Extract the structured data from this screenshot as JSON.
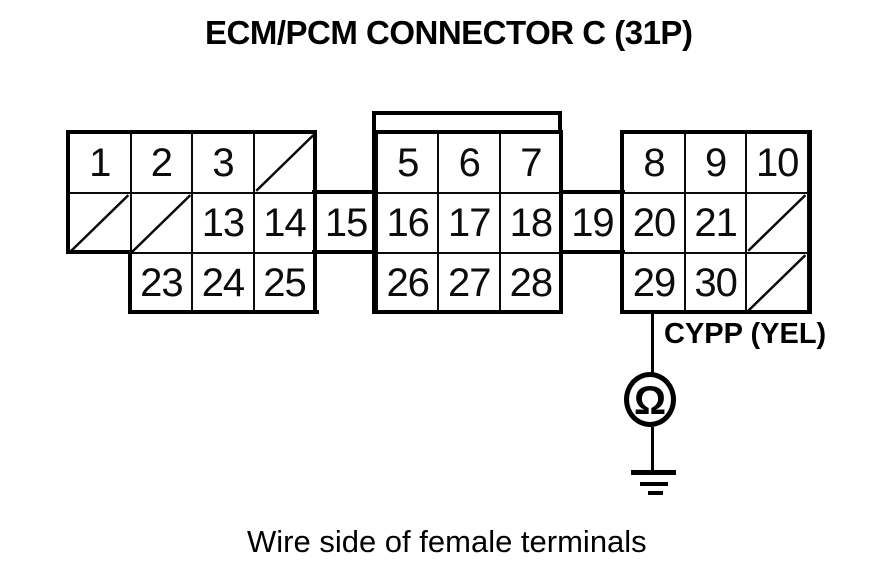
{
  "title": "ECM/PCM CONNECTOR C (31P)",
  "caption": "Wire side of female terminals",
  "probe": {
    "wire_label": "CYPP (YEL)",
    "meter_symbol": "Ω",
    "measured_pin": "29"
  },
  "connector": {
    "name": "ECM/PCM Connector C",
    "pin_count": "31P",
    "pins": [
      {
        "row": 0,
        "col": 0,
        "label": "1"
      },
      {
        "row": 0,
        "col": 1,
        "label": "2"
      },
      {
        "row": 0,
        "col": 2,
        "label": "3"
      },
      {
        "row": 0,
        "col": 3,
        "label": "",
        "empty": true
      },
      {
        "row": 0,
        "col": 5,
        "label": "5"
      },
      {
        "row": 0,
        "col": 6,
        "label": "6"
      },
      {
        "row": 0,
        "col": 7,
        "label": "7"
      },
      {
        "row": 0,
        "col": 9,
        "label": "8"
      },
      {
        "row": 0,
        "col": 10,
        "label": "9"
      },
      {
        "row": 0,
        "col": 11,
        "label": "10"
      },
      {
        "row": 1,
        "col": 0,
        "label": "",
        "empty": true
      },
      {
        "row": 1,
        "col": 1,
        "label": "",
        "empty": true
      },
      {
        "row": 1,
        "col": 2,
        "label": "13"
      },
      {
        "row": 1,
        "col": 3,
        "label": "14"
      },
      {
        "row": 1,
        "col": 4,
        "label": "15"
      },
      {
        "row": 1,
        "col": 5,
        "label": "16"
      },
      {
        "row": 1,
        "col": 6,
        "label": "17"
      },
      {
        "row": 1,
        "col": 7,
        "label": "18"
      },
      {
        "row": 1,
        "col": 8,
        "label": "19"
      },
      {
        "row": 1,
        "col": 9,
        "label": "20"
      },
      {
        "row": 1,
        "col": 10,
        "label": "21"
      },
      {
        "row": 1,
        "col": 11,
        "label": "",
        "empty": true
      },
      {
        "row": 2,
        "col": 1,
        "label": "23"
      },
      {
        "row": 2,
        "col": 2,
        "label": "24"
      },
      {
        "row": 2,
        "col": 3,
        "label": "25"
      },
      {
        "row": 2,
        "col": 5,
        "label": "26"
      },
      {
        "row": 2,
        "col": 6,
        "label": "27"
      },
      {
        "row": 2,
        "col": 7,
        "label": "28"
      },
      {
        "row": 2,
        "col": 9,
        "label": "29"
      },
      {
        "row": 2,
        "col": 10,
        "label": "30"
      },
      {
        "row": 2,
        "col": 11,
        "label": "",
        "empty": true
      }
    ]
  }
}
